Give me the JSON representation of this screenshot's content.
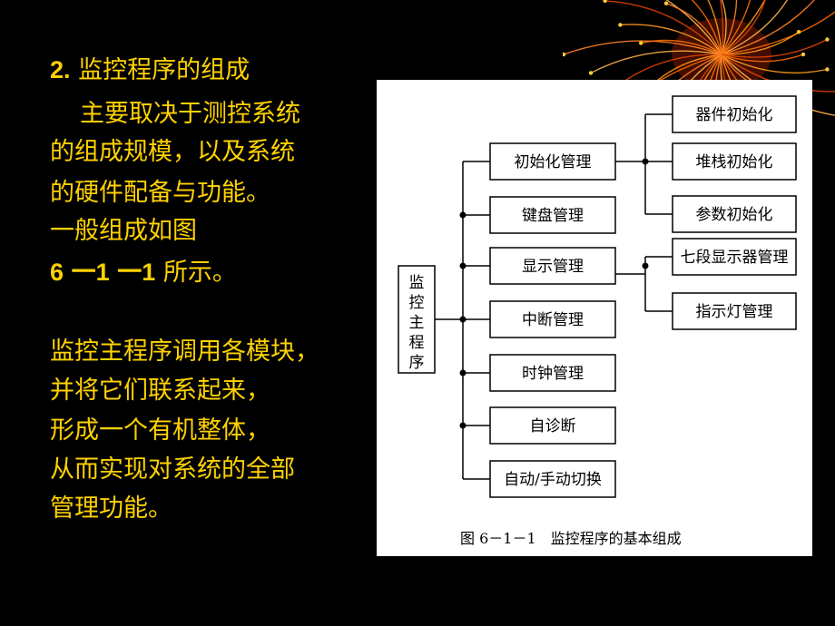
{
  "left_text": {
    "heading_num": "2.",
    "heading_title": "监控程序的组成",
    "para1_lines": [
      "主要取决于测控系统",
      "的组成规模，以及系统",
      "的硬件配备与功能。",
      "一般组成如图"
    ],
    "fig_ref": {
      "part1": "6",
      "part2": "一1",
      "part3": "一1",
      "suffix": "所示。"
    },
    "para2_lines": [
      "监控主程序调用各模块，",
      "并将它们联系起来，",
      "形成一个有机整体，",
      "从而实现对系统的全部",
      "管理功能。"
    ]
  },
  "diagram": {
    "root": [
      "监",
      "控",
      "主",
      "程",
      "序"
    ],
    "modules": [
      "初始化管理",
      "键盘管理",
      "显示管理",
      "中断管理",
      "时钟管理",
      "自诊断",
      "自动/手动切换"
    ],
    "init_children": [
      "器件初始化",
      "堆栈初始化",
      "参数初始化"
    ],
    "display_children": [
      "七段显示器管理",
      "指示灯管理"
    ],
    "caption": "图 6－1－1　监控程序的基本组成"
  }
}
